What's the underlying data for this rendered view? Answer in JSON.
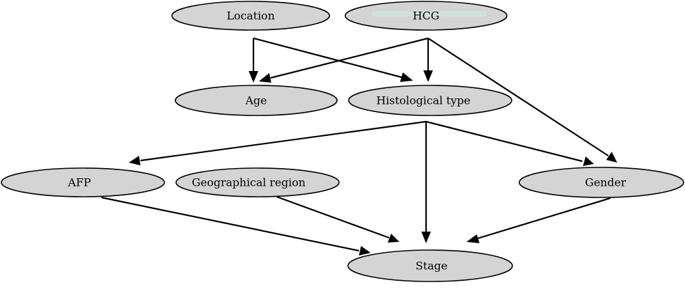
{
  "nodes": {
    "location": "Location",
    "hcg": "HCG",
    "age": "Age",
    "histological_type": "Histological type",
    "afp": "AFP",
    "geographical_region": "Geographical region",
    "gender": "Gender",
    "stage": "Stage"
  },
  "edges": [
    {
      "from": "location",
      "to": "age"
    },
    {
      "from": "location",
      "to": "histological_type"
    },
    {
      "from": "hcg",
      "to": "age"
    },
    {
      "from": "hcg",
      "to": "histological_type"
    },
    {
      "from": "hcg",
      "to": "gender"
    },
    {
      "from": "histological_type",
      "to": "afp"
    },
    {
      "from": "histological_type",
      "to": "stage"
    },
    {
      "from": "histological_type",
      "to": "gender"
    },
    {
      "from": "afp",
      "to": "stage"
    },
    {
      "from": "geographical_region",
      "to": "stage"
    },
    {
      "from": "gender",
      "to": "stage"
    }
  ],
  "colors": {
    "node_fill": "#d4d4d4",
    "node_stroke": "#000000",
    "edge": "#000000"
  }
}
